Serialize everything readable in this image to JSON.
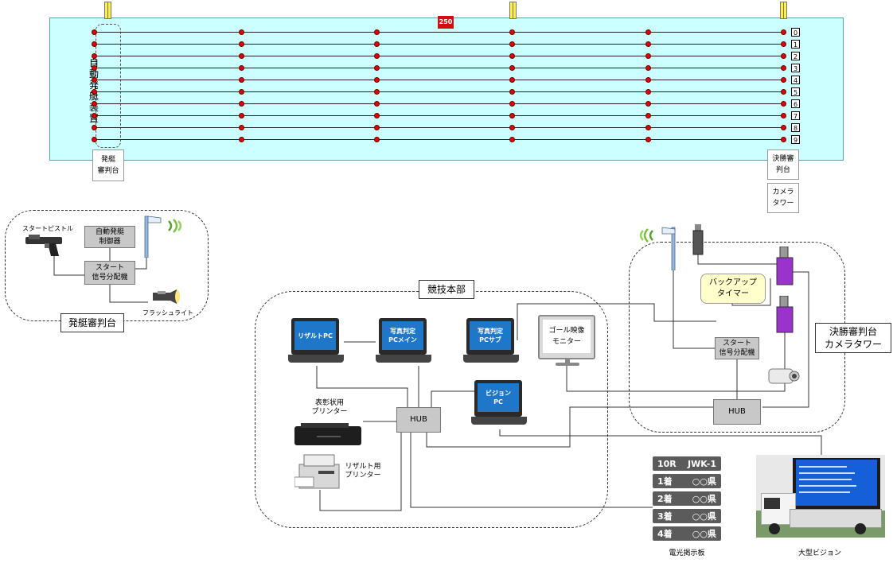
{
  "course": {
    "marker_label": "250",
    "lane_numbers": [
      "0",
      "1",
      "2",
      "3",
      "4",
      "5",
      "6",
      "7",
      "8",
      "9"
    ],
    "auto_start_label": "自\n動\n発\n艇\n装\n置",
    "start_judge_stand": "発艇\n審判台",
    "finish_judge_stand": "決勝審\n判台",
    "camera_tower": "カメラ\nタワー"
  },
  "start_area": {
    "label": "発艇審判台",
    "pistol": "スタートピストル",
    "auto_controller": "自動発艇\n制御器",
    "splitter": "スタート\n信号分配機",
    "flashlight": "フラッシュライト"
  },
  "hq": {
    "label": "競技本部",
    "laptop_result": "リザルトPC",
    "laptop_photo_main": "写真判定\nPCメイン",
    "laptop_photo_sub": "写真判定\nPCサブ",
    "goal_monitor": "ゴール映像\nモニター",
    "laptop_vision": "ビジョン\nPC",
    "hub": "HUB",
    "award_printer": "表彰状用\nプリンター",
    "result_printer": "リザルト用\nプリンター"
  },
  "finish_area": {
    "label": "決勝審判台\nカメラタワー",
    "backup_timer": "バックアップ\nタイマー",
    "splitter": "スタート\n信号分配機",
    "hub": "HUB"
  },
  "scoreboard": {
    "caption": "電光掲示板",
    "rows": [
      {
        "left": "10R",
        "right": "JWK-1"
      },
      {
        "left": "1着",
        "right": "○○県"
      },
      {
        "left": "2着",
        "right": "○○県"
      },
      {
        "left": "3着",
        "right": "○○県"
      },
      {
        "left": "4着",
        "right": "○○県"
      }
    ]
  },
  "vision": {
    "caption": "大型ビジョン"
  },
  "colors": {
    "course": "#ccffff",
    "laptop_screen": "#1f77c9",
    "dot": "#e00000",
    "camera": "#9933cc",
    "timer": "#ffffcc"
  }
}
